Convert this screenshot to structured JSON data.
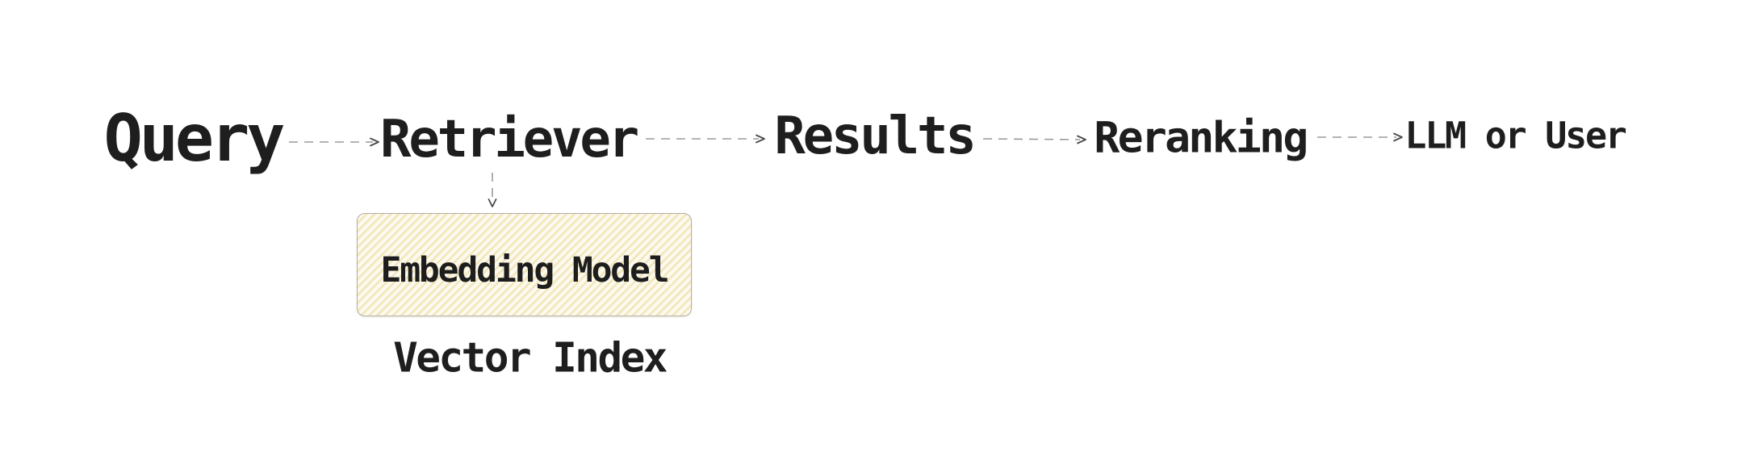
{
  "diagram": {
    "title_hint": "retrieval pipeline flow",
    "colors": {
      "background": "#ffffff",
      "text": "#1e1e1e",
      "connector": "#9b9b9b",
      "arrowhead": "#4a4a4a",
      "box_fill": "#fcf9ee",
      "box_hatch": "#f2e6b9",
      "box_border": "#b5b0a0"
    },
    "nodes": {
      "query": {
        "label": "Query"
      },
      "retriever": {
        "label": "Retriever"
      },
      "results": {
        "label": "Results"
      },
      "reranking": {
        "label": "Reranking"
      },
      "llm_or_user": {
        "label": "LLM or User"
      }
    },
    "embedding_box": {
      "label": "Embedding Model"
    },
    "vector_index": {
      "label": "Vector Index"
    },
    "connections": [
      {
        "from": "Query",
        "to": "Retriever",
        "style": "dashed-arrow"
      },
      {
        "from": "Retriever",
        "to": "Results",
        "style": "dashed-arrow"
      },
      {
        "from": "Results",
        "to": "Reranking",
        "style": "dashed-arrow"
      },
      {
        "from": "Reranking",
        "to": "LLM or User",
        "style": "dashed-arrow"
      },
      {
        "from": "Retriever",
        "to": "Embedding Model",
        "style": "dashed-arrow-down"
      }
    ]
  }
}
